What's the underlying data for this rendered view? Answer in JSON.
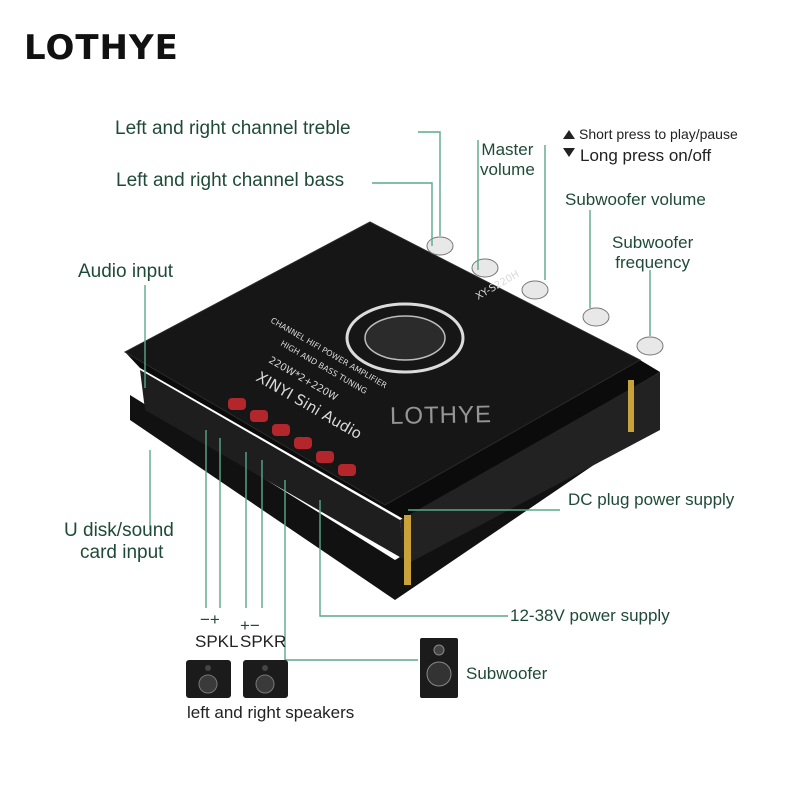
{
  "brand": "LOTHYE",
  "labels": {
    "treble": "Left and right channel treble",
    "bass": "Left and right channel bass",
    "master_line1": "Master",
    "master_line2": "volume",
    "short_press": "Short press to play/pause",
    "long_press": "Long press on/off",
    "sub_volume": "Subwoofer volume",
    "sub_freq_line1": "Subwoofer",
    "sub_freq_line2": "frequency",
    "audio_input": "Audio input",
    "udisk_line1": "U disk/sound",
    "udisk_line2": "card input",
    "dc_plug": "DC plug power supply",
    "power": "12-38V power supply",
    "subwoofer": "Subwoofer",
    "spkl_polarity": "−+",
    "spkr_polarity": "+−",
    "spkl": "SPKL",
    "spkr": "SPKR",
    "speakers": "left and right speakers"
  },
  "board": {
    "model": "XY-S220H",
    "brand_line": "XINYI Sini Audio",
    "spec_line": "220W*2+220W",
    "tuning_line": "HIGH AND BASS TUNING",
    "amp_line": "CHANNEL HIFI POWER AMPLIFIER"
  },
  "watermark": "LOTHYE",
  "colors": {
    "label_green": "#1f4a38",
    "board_black": "#161616",
    "leader_line": "#5aa98a"
  }
}
